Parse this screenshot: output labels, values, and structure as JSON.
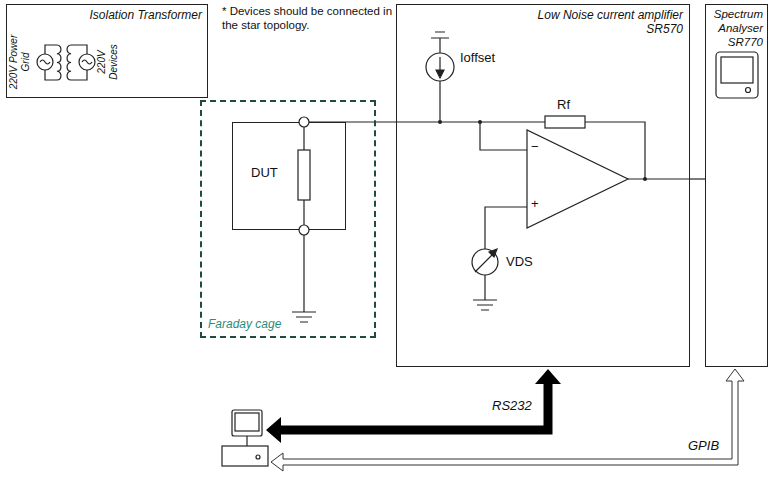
{
  "diagram": {
    "nodes": [
      {
        "text": [
          "Isolation Transformer"
        ]
      },
      {
        "text": [
          "Faraday cage"
        ]
      },
      {
        "text": [
          "DUT"
        ],
        "in": 1
      },
      {
        "text": [
          "Low Noise current amplifier",
          "SR570"
        ]
      },
      {
        "text": [
          "Spectrum Analyser",
          "SR770"
        ]
      }
    ],
    "edges": [
      {
        "from": 2,
        "to": 3,
        "arrow": "none"
      },
      {
        "from": 3,
        "to": 4,
        "arrow": "none"
      }
    ],
    "labels": [
      "* Devices should be connected in the star topology.",
      "220V Power Grid",
      "220V Devices",
      "Ioffset",
      "Rf",
      "−",
      "+",
      "VDS",
      "RS232",
      "GPIB"
    ]
  }
}
